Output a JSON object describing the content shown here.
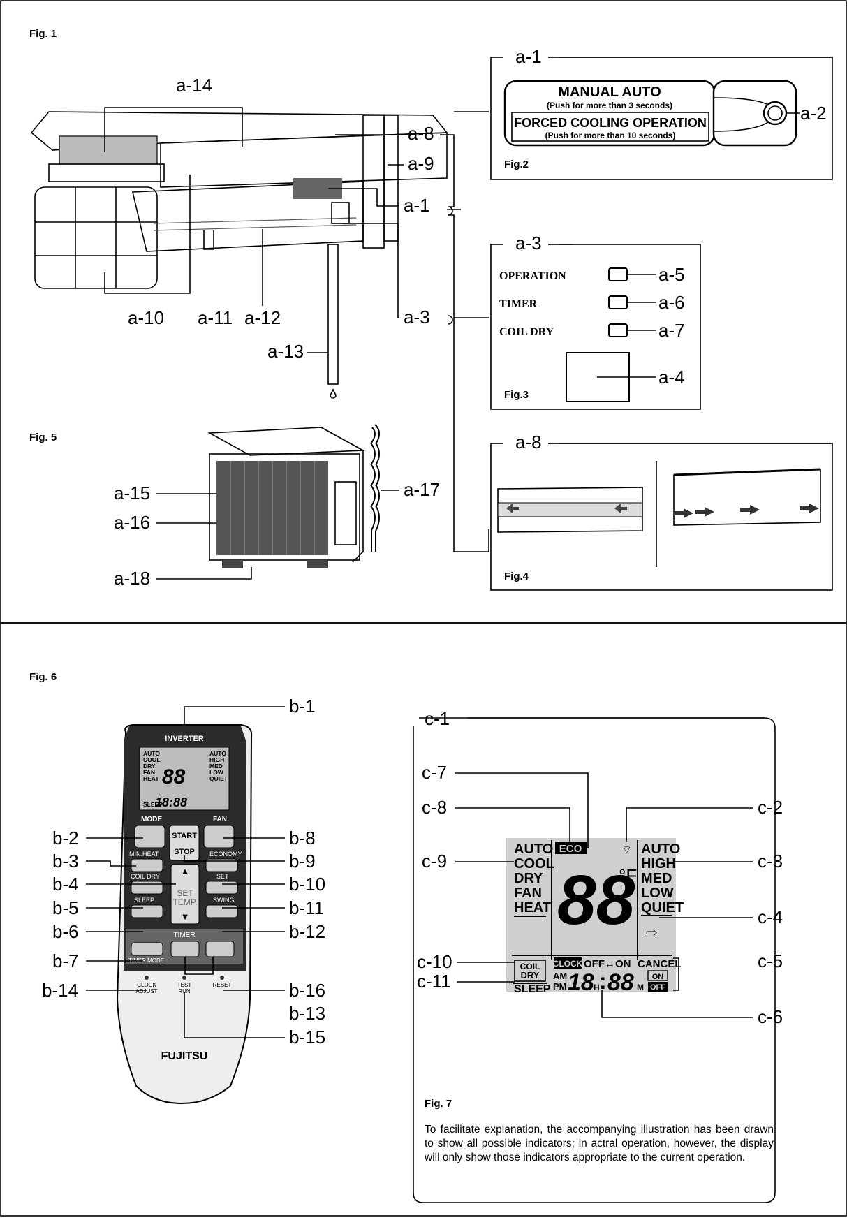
{
  "figures": {
    "fig1": "Fig. 1",
    "fig2": "Fig.2",
    "fig3": "Fig.3",
    "fig4": "Fig.4",
    "fig5": "Fig. 5",
    "fig6": "Fig. 6",
    "fig7": "Fig. 7"
  },
  "fig1_labels": {
    "a14": "a-14",
    "a8": "a-8",
    "a9": "a-9",
    "a1": "a-1",
    "a10": "a-10",
    "a11": "a-11",
    "a12": "a-12",
    "a3": "a-3",
    "a13": "a-13"
  },
  "fig2": {
    "header": "a-1",
    "manual_auto": "MANUAL AUTO",
    "manual_auto_sub": "(Push for more than 3 seconds)",
    "forced_cooling": "FORCED COOLING OPERATION",
    "forced_cooling_sub": "(Push for more than 10 seconds)",
    "a2": "a-2"
  },
  "fig3": {
    "header": "a-3",
    "operation": "OPERATION",
    "timer": "TIMER",
    "coil_dry": "COIL DRY",
    "a5": "a-5",
    "a6": "a-6",
    "a7": "a-7",
    "a4": "a-4"
  },
  "fig4": {
    "header": "a-8"
  },
  "fig5": {
    "a15": "a-15",
    "a16": "a-16",
    "a17": "a-17",
    "a18": "a-18"
  },
  "fig6": {
    "labels": {
      "b1": "b-1",
      "b2": "b-2",
      "b3": "b-3",
      "b4": "b-4",
      "b5": "b-5",
      "b6": "b-6",
      "b7": "b-7",
      "b8": "b-8",
      "b9": "b-9",
      "b10": "b-10",
      "b11": "b-11",
      "b12": "b-12",
      "b13": "b-13",
      "b14": "b-14",
      "b15": "b-15",
      "b16": "b-16"
    },
    "remote": {
      "inverter": "INVERTER",
      "mode": "MODE",
      "fan": "FAN",
      "start": "START",
      "stop": "STOP",
      "min_heat": "MIN.HEAT",
      "economy": "ECONOMY",
      "coil_dry": "COIL DRY",
      "set": "SET",
      "set_temp_1": "SET",
      "set_temp_2": "TEMP.",
      "sleep": "SLEEP",
      "swing": "SWING",
      "timer": "TIMER",
      "timer_mode": "TIMER MODE",
      "clock_1": "CLOCK",
      "clock_2": "ADJUST",
      "test_1": "TEST",
      "test_2": "RUN",
      "reset": "RESET",
      "brand": "FUJITSU"
    }
  },
  "fig7": {
    "labels": {
      "c1": "c-1",
      "c2": "c-2",
      "c3": "c-3",
      "c4": "c-4",
      "c5": "c-5",
      "c6": "c-6",
      "c7": "c-7",
      "c8": "c-8",
      "c9": "c-9",
      "c10": "c-10",
      "c11": "c-11"
    },
    "display": {
      "modes": [
        "AUTO",
        "COOL",
        "DRY",
        "FAN",
        "HEAT"
      ],
      "fans": [
        "AUTO",
        "HIGH",
        "MED",
        "LOW",
        "QUIET"
      ],
      "eco": "ECO",
      "temp_digits": "88",
      "unit": "°F",
      "clock": "CLOCK",
      "off_on": "OFF↔ON",
      "cancel": "CANCEL",
      "coil": "COIL",
      "dry": "DRY",
      "sleep": "SLEEP",
      "am": "AM",
      "pm": "PM",
      "hour": "18",
      "h": "H",
      "minute": "88",
      "m": "M",
      "on": "ON",
      "off": "OFF"
    },
    "note": "To facilitate explanation, the accompanying illustration has been drawn to show all possible indicators; in actral operation, however, the display will only show those indicators appropriate to the current operation."
  }
}
